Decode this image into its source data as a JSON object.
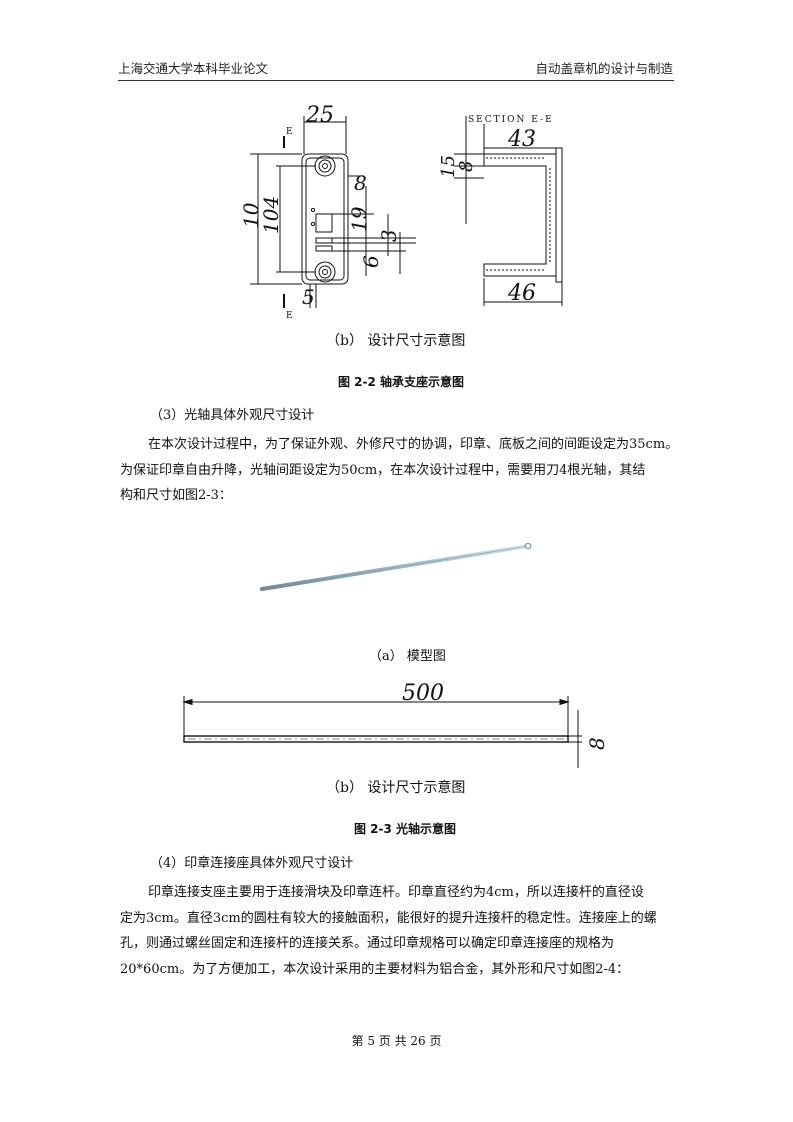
{
  "header": {
    "left": "上海交通大学本科毕业论文",
    "right": "自动盖章机的设计与制造"
  },
  "figure_2_2": {
    "front_view": {
      "section_mark": "E",
      "dims": {
        "width": "25",
        "d8": "8",
        "d10": "10",
        "d104": "104",
        "d19": "19",
        "d3": "3",
        "d6": "6",
        "d5": "5"
      }
    },
    "section_view": {
      "label": "SECTION E-E",
      "dims": {
        "d43": "43",
        "d15": "15",
        "d8": "8",
        "d46": "46"
      }
    },
    "subcaption": "（b）  设计尺寸示意图",
    "caption": "图 2-2  轴承支座示意图"
  },
  "section_3": {
    "heading": "（3）光轴具体外观尺寸设计",
    "lines": [
      "在本次设计过程中，为了保证外观、外修尺寸的协调，印章、底板之间的间距设定为35cm。",
      "为保证印章自由升降，光轴间距设定为50cm，在本次设计过程中，需要用刀4根光轴，其结",
      "构和尺寸如图2-3："
    ]
  },
  "figure_2_3": {
    "subcaption_a": "（a）  模型图",
    "dims": {
      "length": "500",
      "diameter": "8"
    },
    "subcaption_b": "（b）  设计尺寸示意图",
    "caption": "图 2-3  光轴示意图"
  },
  "section_4": {
    "heading": "（4）印章连接座具体外观尺寸设计",
    "lines": [
      "印章连接支座主要用于连接滑块及印章连杆。印章直径约为4cm，所以连接杆的直径设",
      "定为3cm。直径3cm的圆柱有较大的接触面积，能很好的提升连接杆的稳定性。连接座上的螺",
      "孔，则通过螺丝固定和连接杆的连接关系。通过印章规格可以确定印章连接座的规格为",
      "20*60cm。为了方便加工，本次设计采用的主要材料为铝合金，其外形和尺寸如图2-4："
    ]
  },
  "footer": {
    "page": "第 5 页 共 26 页"
  },
  "icons": [
    "front-view-drawing",
    "section-view-drawing",
    "shaft-model-render",
    "shaft-dimension-drawing"
  ]
}
